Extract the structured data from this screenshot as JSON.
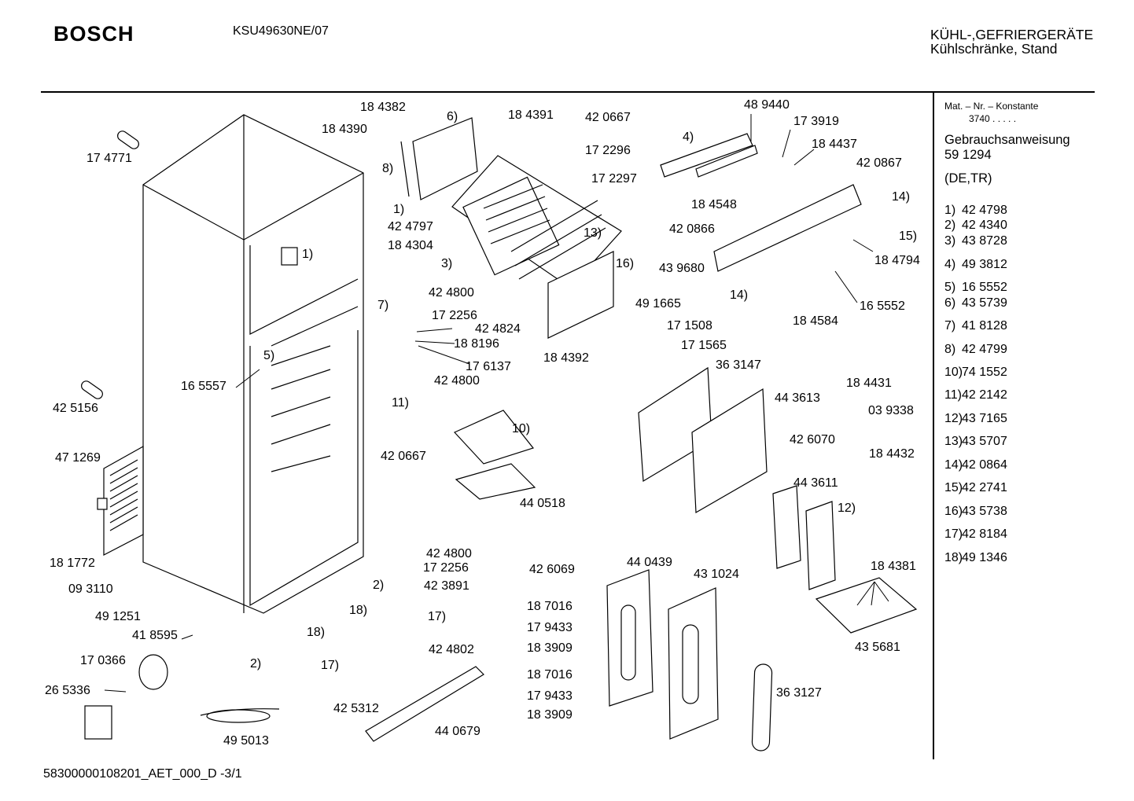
{
  "header": {
    "brand": "BOSCH",
    "model": "KSU49630NE/07",
    "category_line1": "KÜHL-,GEFRIERGERÄTE",
    "category_line2": "Kühlschränke, Stand"
  },
  "footer": {
    "doc_id": "58300000108201_AET_000_D  -3/1"
  },
  "sidebar": {
    "mat_header": "Mat. – Nr. – Konstante",
    "mat_value": "3740  .  .  .  .  .",
    "manual_title": "Gebrauchsanweisung",
    "manual_number": "59 1294",
    "manual_lang": "(DE,TR)",
    "refs": [
      {
        "n": "1)",
        "v": "42 4798"
      },
      {
        "n": "2)",
        "v": "42 4340"
      },
      {
        "n": "3)",
        "v": "43 8728"
      },
      {
        "n": "4)",
        "v": "49 3812"
      },
      {
        "n": "5)",
        "v": "16 5552"
      },
      {
        "n": "6)",
        "v": "43 5739"
      },
      {
        "n": "7)",
        "v": "41 8128"
      },
      {
        "n": "8)",
        "v": "42 4799"
      },
      {
        "n": "10)",
        "v": "74 1552"
      },
      {
        "n": "11)",
        "v": "42 2142"
      },
      {
        "n": "12)",
        "v": "43 7165"
      },
      {
        "n": "13)",
        "v": "43 5707"
      },
      {
        "n": "14)",
        "v": "42 0864"
      },
      {
        "n": "15)",
        "v": "42 2741"
      },
      {
        "n": "16)",
        "v": "43 5738"
      },
      {
        "n": "17)",
        "v": "42 8184"
      },
      {
        "n": "18)",
        "v": "49 1346"
      }
    ]
  },
  "labels": [
    "18 4382",
    "6)",
    "18 4391",
    "42 0667",
    "48 9440",
    "17 3919",
    "18 4390",
    "17 4771",
    "8)",
    "17 2296",
    "4)",
    "18 4437",
    "17 2297",
    "42 0867",
    "1)",
    "42 4797",
    "18 4548",
    "14)",
    "18 4304",
    "13)",
    "15)",
    "1)",
    "3)",
    "42 0866",
    "18 4794",
    "16)",
    "43 9680",
    "42 4800",
    "7)",
    "17 2256",
    "49 1665",
    "14)",
    "16 5552",
    "42 4824",
    "18 4584",
    "18 8196",
    "17 1508",
    "5)",
    "17 1565",
    "18 4392",
    "17 6137",
    "16 5557",
    "42 4800",
    "36 3147",
    "18 4431",
    "11)",
    "44 3613",
    "42 5156",
    "03 9338",
    "10)",
    "42 6070",
    "18 4432",
    "47 1269",
    "42 0667",
    "44 0518",
    "44 3611",
    "12)",
    "42 4800",
    "17 2256",
    "18 1772",
    "2)",
    "42 3891",
    "42 6069",
    "44 0439",
    "43 1024",
    "18 4381",
    "09 3110",
    "18)",
    "49 1251",
    "18 7016",
    "17)",
    "41 8595",
    "18)",
    "17 9433",
    "43 5681",
    "42 4802",
    "17 0366",
    "2)",
    "17)",
    "18 3909",
    "18 7016",
    "26 5336",
    "17 9433",
    "36 3127",
    "42 5312",
    "44 0679",
    "18 3909",
    "49 5013"
  ]
}
